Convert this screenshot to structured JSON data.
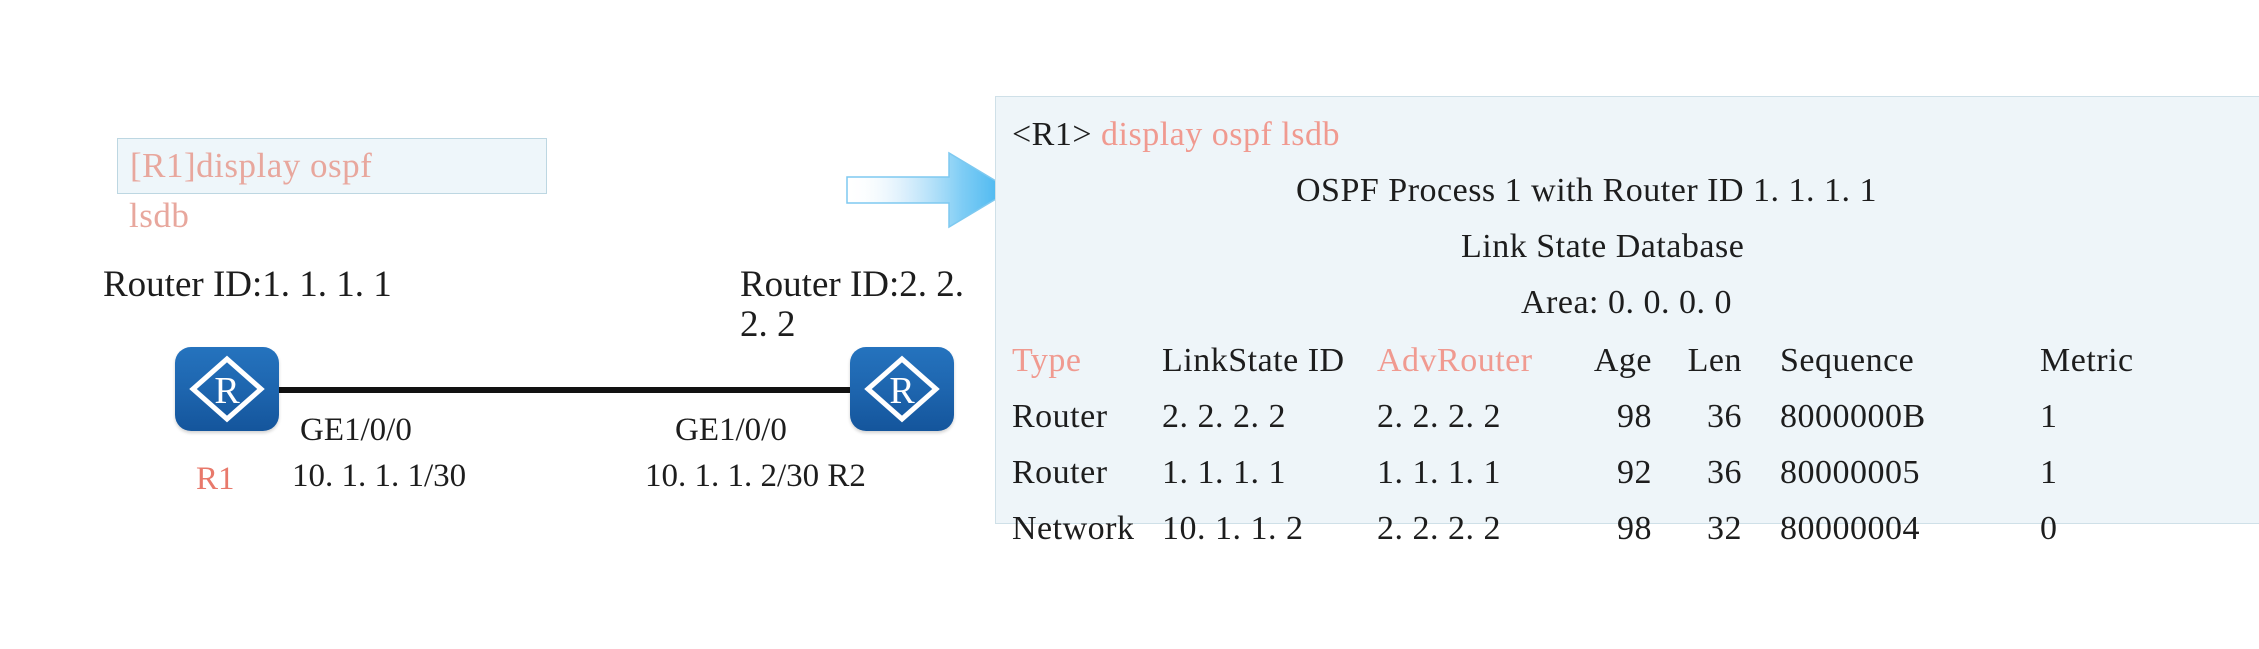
{
  "topology": {
    "command_box": {
      "line1": "[R1]display ospf",
      "line2": "lsdb"
    },
    "left_router": {
      "router_id_label": "Router ID:1. 1. 1. 1",
      "name": "R1",
      "interface": "GE1/0/0",
      "ip": "10. 1. 1. 1/30",
      "icon_letter": "R"
    },
    "right_router": {
      "router_id_label": "Router ID:2. 2. 2. 2",
      "name": "R2",
      "interface": "GE1/0/0",
      "ip": "10. 1. 1. 2/30",
      "icon_letter": "R"
    },
    "arrow_name": "flow-arrow-right"
  },
  "terminal": {
    "prompt": "<R1>",
    "command": "display ospf lsdb",
    "process_line": "OSPF Process 1 with Router ID 1. 1. 1. 1",
    "database_line": "Link State Database",
    "area_line": "Area: 0. 0. 0. 0",
    "headers": {
      "type": "Type",
      "linkstate_id": "LinkState ID",
      "adv_router": "AdvRouter",
      "age": "Age",
      "len": "Len",
      "sequence": "Sequence",
      "metric": "Metric"
    },
    "rows": [
      {
        "type": "Router",
        "linkstate_id": "2. 2. 2. 2",
        "adv_router": "2. 2. 2. 2",
        "age": "98",
        "len": "36",
        "sequence": "8000000B",
        "metric": "1"
      },
      {
        "type": "Router",
        "linkstate_id": "1. 1. 1. 1",
        "adv_router": "1. 1. 1. 1",
        "age": "92",
        "len": "36",
        "sequence": "80000005",
        "metric": "1"
      },
      {
        "type": "Network",
        "linkstate_id": "10. 1. 1. 2",
        "adv_router": "2. 2. 2. 2",
        "age": "98",
        "len": "32",
        "sequence": "80000004",
        "metric": "0"
      }
    ]
  },
  "colors": {
    "accent_salmon": "#f09a90",
    "router_blue": "#1d64ad",
    "panel_bg": "#eef5f9",
    "panel_border": "#cfe0e8",
    "arrow_blue": "#4db8f0"
  }
}
